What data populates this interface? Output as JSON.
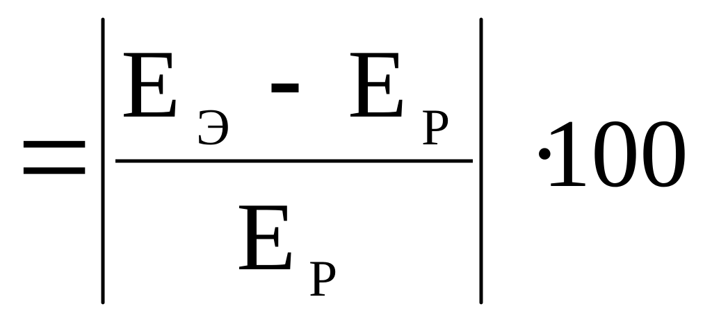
{
  "formula": {
    "equals": "=",
    "numerator": {
      "left_symbol": "E",
      "left_subscript": "Э",
      "operator": "-",
      "right_symbol": "E",
      "right_subscript": "Р"
    },
    "denominator": {
      "symbol": "E",
      "subscript": "Р"
    },
    "multiply": "·",
    "factor": "100"
  }
}
